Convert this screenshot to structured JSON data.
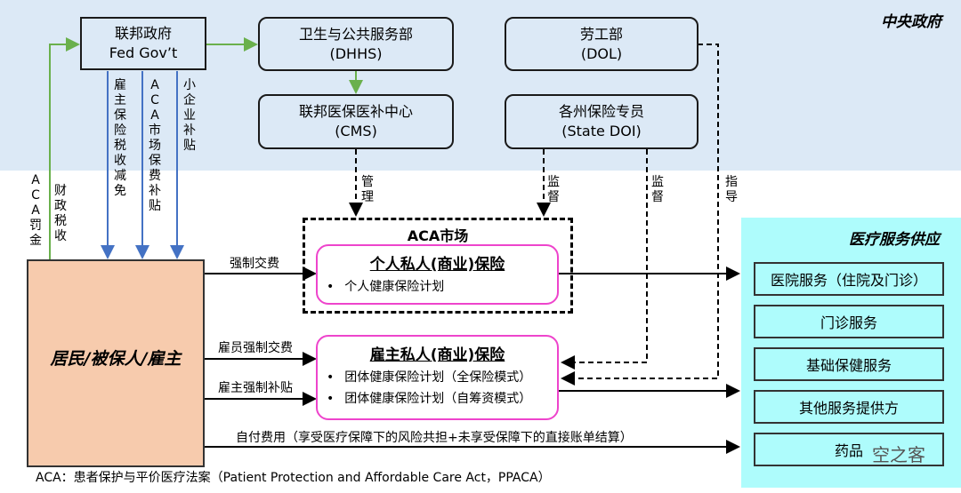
{
  "central_government": {
    "region_label": "中央政府",
    "fed_gov": {
      "title": "联邦政府",
      "subtitle": "Fed Gov’t"
    },
    "dhhs": {
      "title": "卫生与公共服务部",
      "subtitle": "(DHHS)"
    },
    "cms": {
      "title": "联邦医保医补中心",
      "subtitle": "(CMS)"
    },
    "dol": {
      "title": "劳工部",
      "subtitle": "(DOL)"
    },
    "state_doi": {
      "title": "各州保险专员",
      "subtitle": "(State DOI)"
    }
  },
  "flows": {
    "aca_penalty": "ACA罚金",
    "fiscal_tax": "财政税收",
    "employer_tax_relief": "雇主保险税收减免",
    "aca_premium_subsidy": "ACA市场保费补贴",
    "small_business_subsidy": "小企业补贴",
    "manage": "管理",
    "supervise_1": "监督",
    "supervise_2": "监督",
    "guide": "指导",
    "mandatory_premium": "强制交费",
    "employee_premium": "雇员强制交费",
    "employer_subsidy": "雇主强制补贴",
    "out_of_pocket": "自付费用（享受医疗保障下的风险共担+未享受保障下的直接账单结算）"
  },
  "residents": {
    "label": "居民/被保人/雇主"
  },
  "aca_market": {
    "title": "ACA市场",
    "individual_insurance": {
      "title": "个人私人(商业)保险",
      "items": [
        "个人健康保险计划"
      ]
    }
  },
  "employer_insurance": {
    "title": "雇主私人(商业)保险",
    "items": [
      "团体健康保险计划（全保险模式）",
      "团体健康保险计划（自筹资模式）"
    ]
  },
  "healthcare_supply": {
    "title": "医疗服务供应",
    "items": [
      "医院服务（住院及门诊）",
      "门诊服务",
      "基础保健服务",
      "其他服务提供方",
      "药品"
    ]
  },
  "watermark": "空之客",
  "footnote": "ACA：患者保护与平价医疗法案（Patient Protection and Affordable Care Act，PPACA）",
  "colors": {
    "gov_band": "#dce9f6",
    "residents_fill": "#f7cbad",
    "provider_fill": "#aefcfc",
    "insurance_border": "#ee44cc",
    "green_arrow": "#6ab04c",
    "blue_arrow": "#4472c4"
  }
}
